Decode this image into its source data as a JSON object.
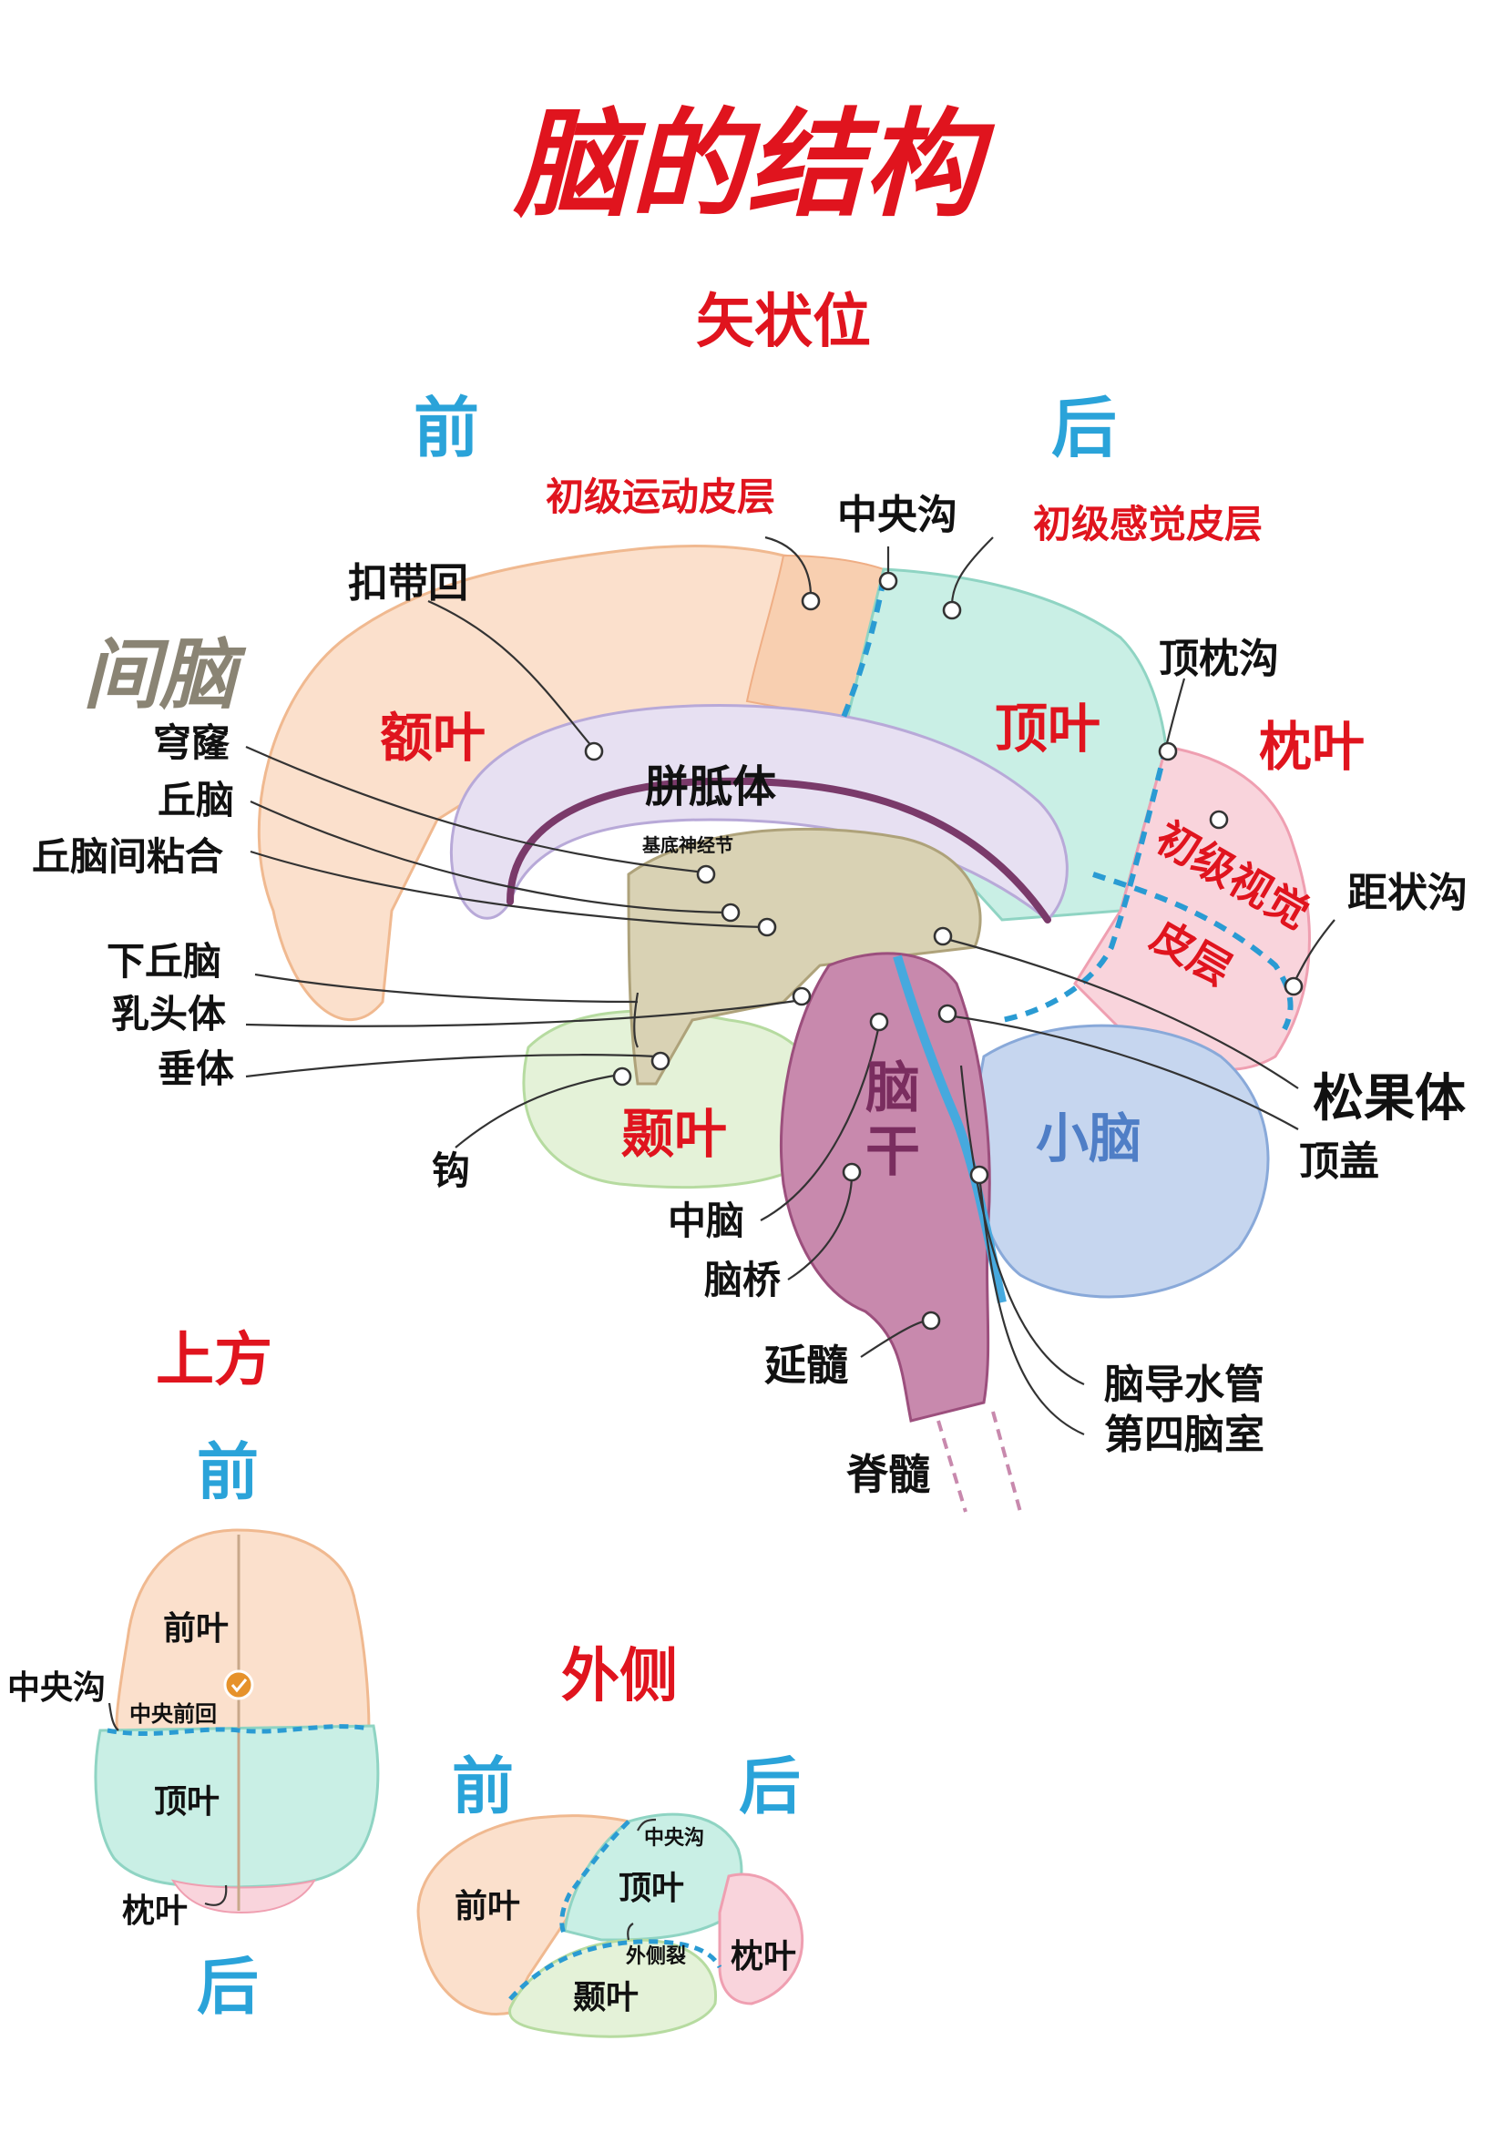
{
  "title": "脑的结构",
  "sagittal": {
    "heading": "矢状位",
    "front": "前",
    "back": "后",
    "diencephalon": "间脑",
    "lobes": {
      "frontal": "额叶",
      "parietal": "顶叶",
      "occipital": "枕叶",
      "temporal": "颞叶",
      "brainstem": "脑干",
      "cerebellum": "小脑"
    },
    "red_labels": {
      "primary_motor": "初级运动皮层",
      "primary_sensory": "初级感觉皮层",
      "primary_visual_1": "初级视觉",
      "primary_visual_2": "皮层"
    },
    "labels": {
      "central_sulcus": "中央沟",
      "cingulate_gyrus": "扣带回",
      "parieto_occipital_sulcus": "顶枕沟",
      "corpus_callosum": "胼胝体",
      "basal_ganglia": "基底神经节",
      "fornix": "穹窿",
      "thalamus": "丘脑",
      "interthalamic_adhesion": "丘脑间粘合",
      "hypothalamus": "下丘脑",
      "mammillary_body": "乳头体",
      "pituitary": "垂体",
      "uncus": "钩",
      "calcarine_sulcus": "距状沟",
      "pineal": "松果体",
      "tectum": "顶盖",
      "midbrain": "中脑",
      "pons": "脑桥",
      "medulla": "延髓",
      "aqueduct": "脑导水管",
      "fourth_ventricle": "第四脑室",
      "spinal_cord": "脊髓"
    }
  },
  "superior": {
    "heading": "上方",
    "front": "前",
    "back": "后",
    "frontal": "前叶",
    "central_sulcus": "中央沟",
    "precentral_gyrus": "中央前回",
    "parietal": "顶叶",
    "occipital": "枕叶"
  },
  "lateral": {
    "heading": "外侧",
    "front": "前",
    "back": "后",
    "frontal": "前叶",
    "central_sulcus": "中央沟",
    "parietal": "顶叶",
    "lateral_fissure": "外侧裂",
    "temporal": "颞叶",
    "occipital": "枕叶"
  },
  "colors": {
    "title_red": "#e0141e",
    "direction_blue": "#2aa3d9",
    "diencephalon_gray": "#8a8474",
    "frontal": "#fbe0cc",
    "parietal": "#c9efe5",
    "occipital": "#f9d4dc",
    "temporal": "#e4f2d8",
    "corpus_callosum": "#e7e0f2",
    "brainstem": "#c889ad",
    "cerebellum": "#c6d6ef",
    "diencephalon": "#d9d2b4"
  }
}
